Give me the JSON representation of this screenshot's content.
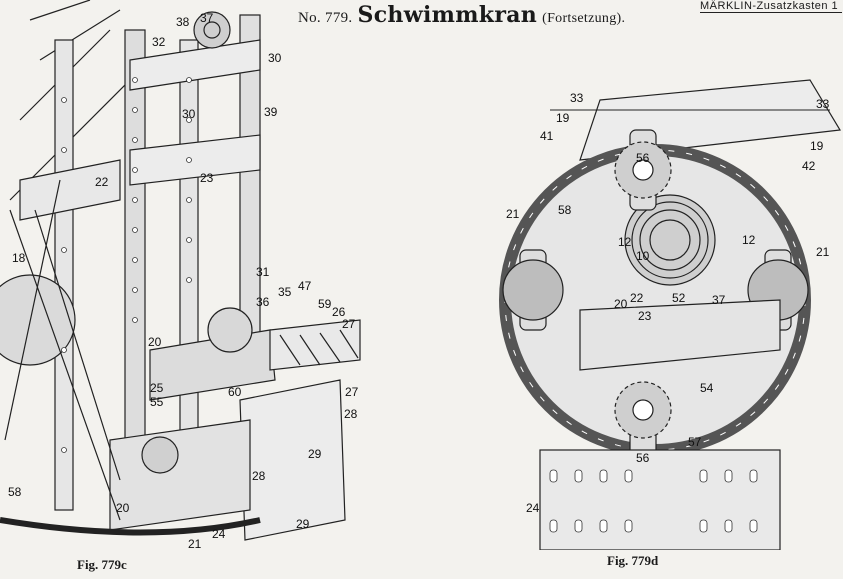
{
  "header": {
    "number": "No. 779.",
    "title": "Schwimmkran",
    "subtitle": "(Fortsetzung).",
    "right": "MÄRKLIN-Zusatzkasten 1"
  },
  "figures": [
    {
      "caption": "Fig. 779c",
      "labels": [
        "38",
        "37",
        "32",
        "30",
        "30",
        "39",
        "23",
        "22",
        "18",
        "31",
        "47",
        "35",
        "36",
        "59",
        "26",
        "27",
        "27",
        "20",
        "25",
        "55",
        "60",
        "28",
        "29",
        "28",
        "29",
        "58",
        "20",
        "24",
        "21"
      ]
    },
    {
      "caption": "Fig. 779d",
      "labels": [
        "33",
        "33",
        "19",
        "41",
        "19",
        "42",
        "56",
        "58",
        "21",
        "21",
        "12",
        "12",
        "10",
        "22",
        "52",
        "37",
        "20",
        "23",
        "54",
        "56",
        "57",
        "24"
      ]
    }
  ]
}
